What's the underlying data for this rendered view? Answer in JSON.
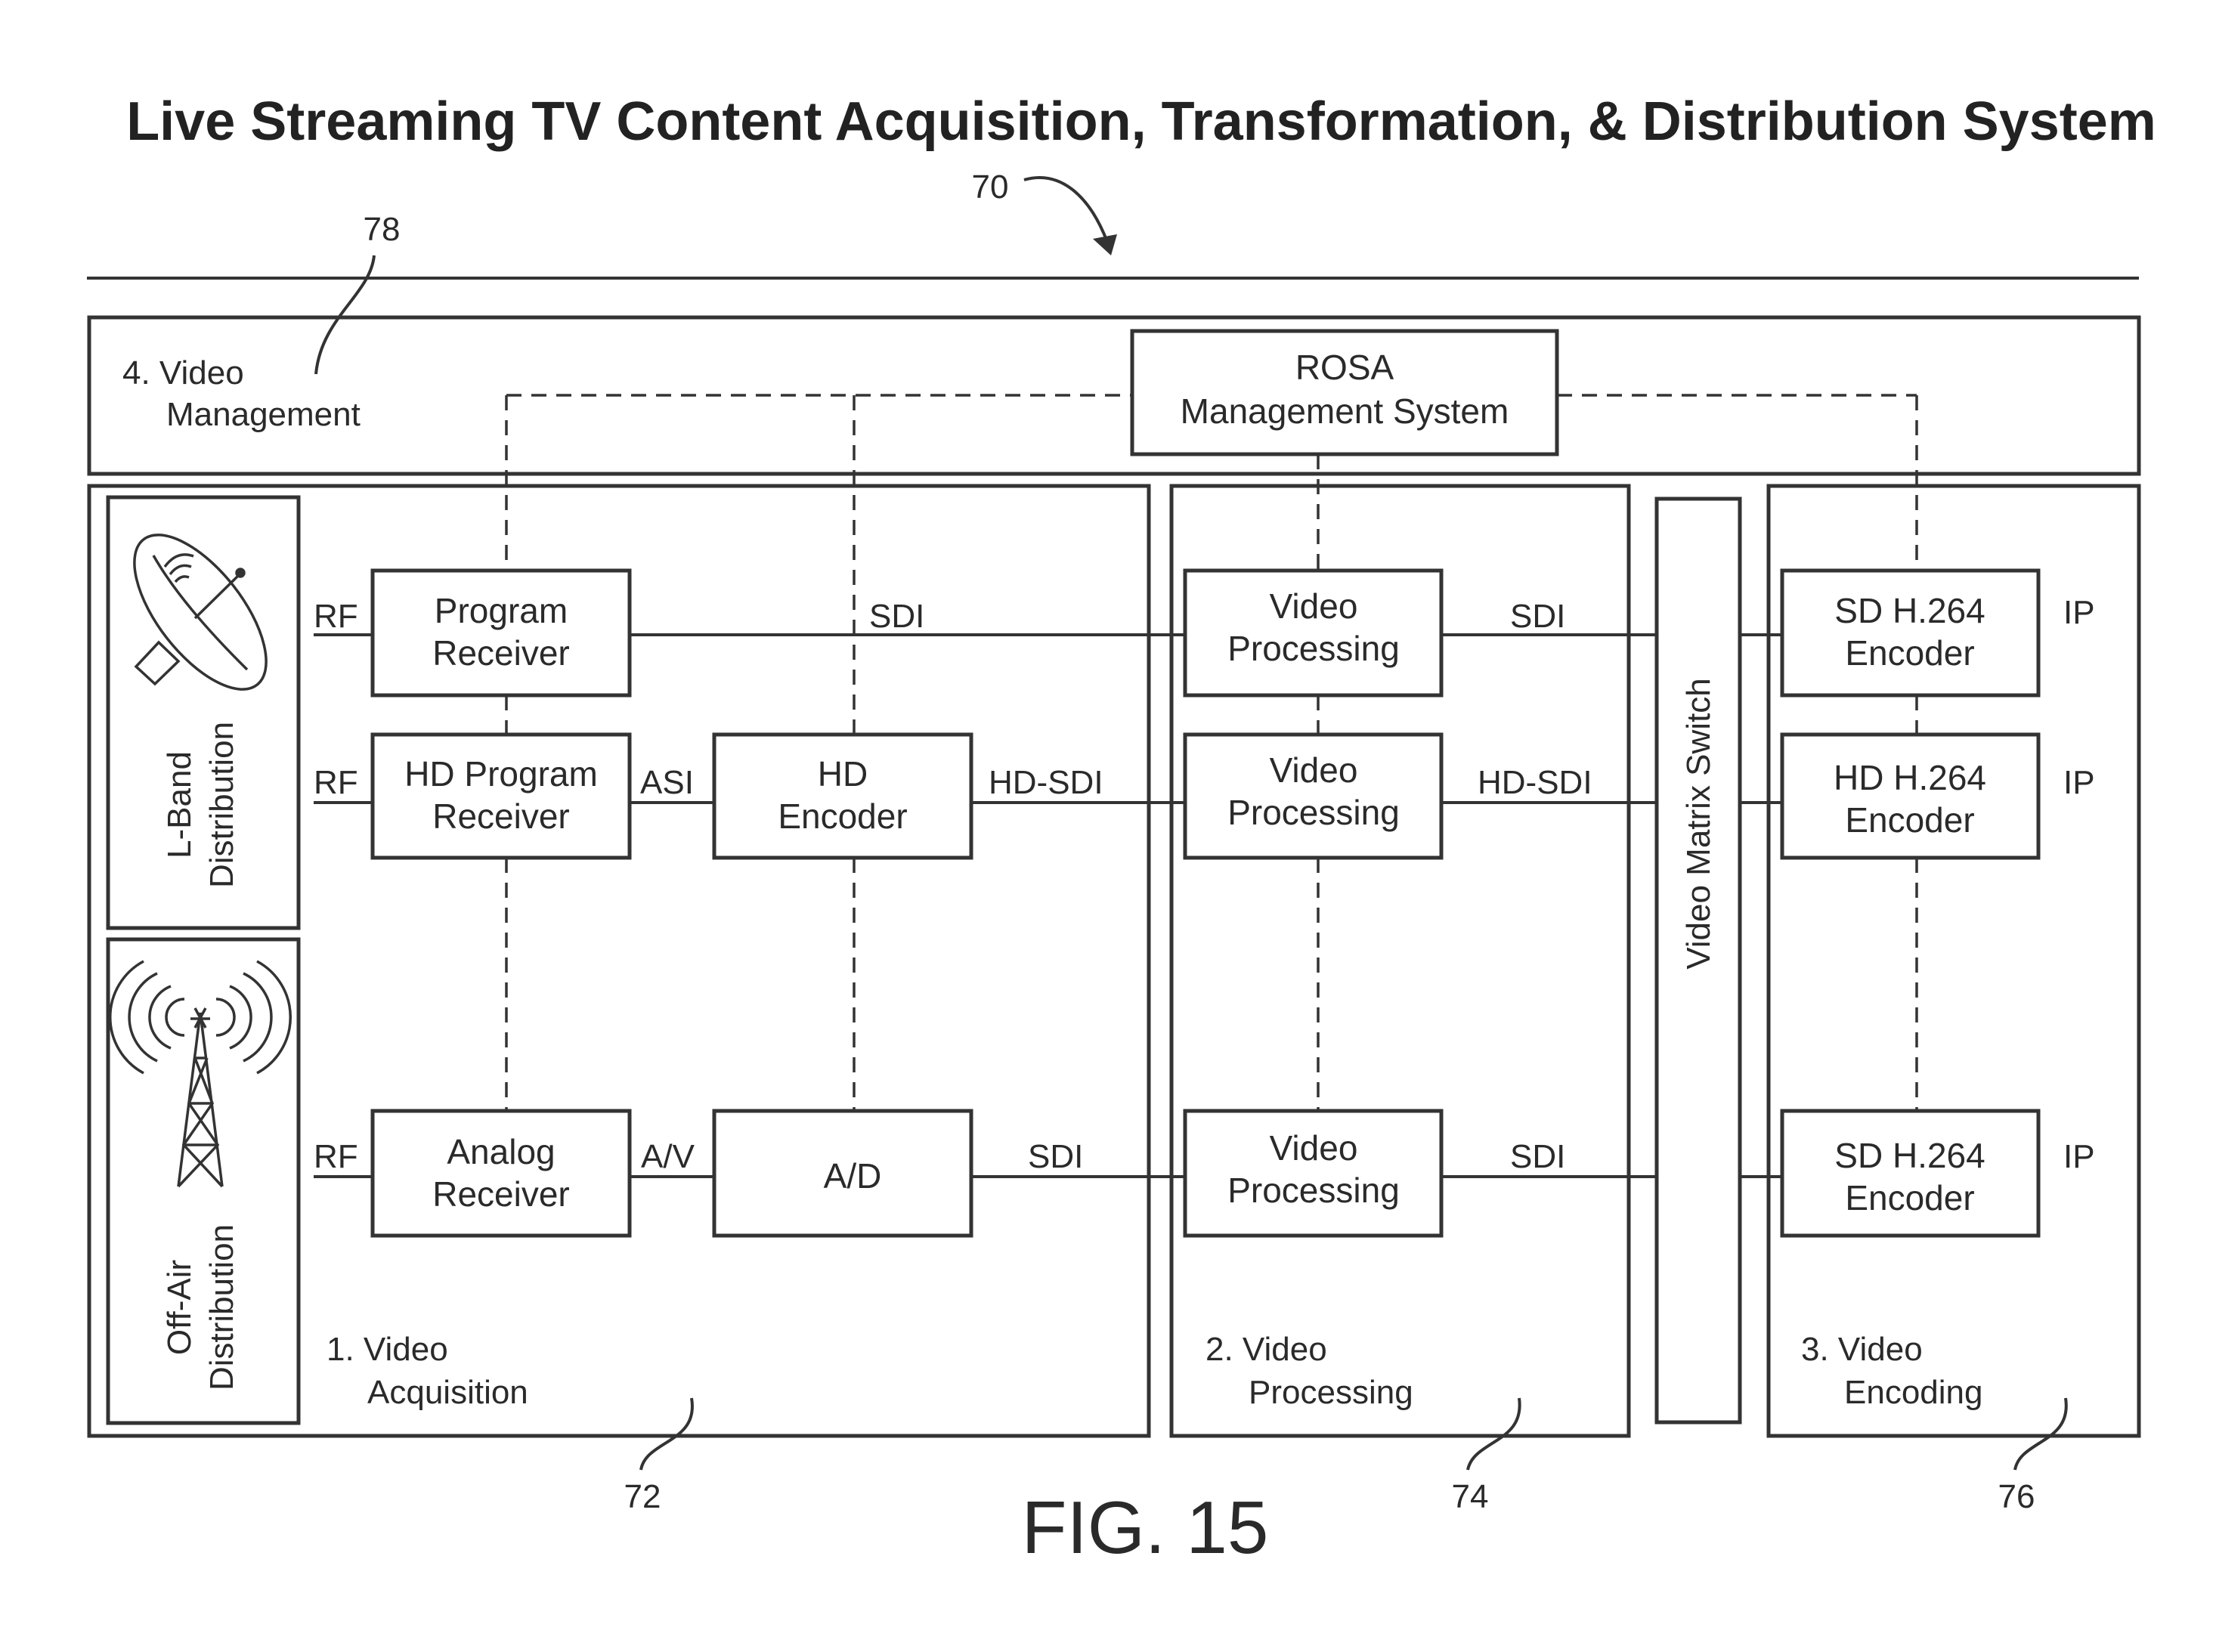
{
  "title": "Live Streaming TV Content Acquisition, Transformation, & Distribution System",
  "figure_label": "FIG. 15",
  "refs": {
    "system": "70",
    "management": "78",
    "acquisition": "72",
    "processing": "74",
    "encoding": "76"
  },
  "sections": {
    "management": [
      "4. Video",
      "Management"
    ],
    "acquisition": [
      "1. Video",
      "Acquisition"
    ],
    "processing": [
      "2. Video",
      "Processing"
    ],
    "encoding": [
      "3. Video",
      "Encoding"
    ]
  },
  "distribution": {
    "lband": [
      "L-Band",
      "Distribution"
    ],
    "offair": [
      "Off-Air",
      "Distribution"
    ]
  },
  "rosa": [
    "ROSA",
    "Management System"
  ],
  "matrix_switch": "Video Matrix Switch",
  "blocks": {
    "program_receiver": [
      "Program",
      "Receiver"
    ],
    "hd_program_receiver": [
      "HD Program",
      "Receiver"
    ],
    "hd_encoder": [
      "HD",
      "Encoder"
    ],
    "analog_receiver": [
      "Analog",
      "Receiver"
    ],
    "ad": "A/D",
    "video_processing_1": [
      "Video",
      "Processing"
    ],
    "video_processing_2": [
      "Video",
      "Processing"
    ],
    "video_processing_3": [
      "Video",
      "Processing"
    ],
    "sd_encoder_1": [
      "SD H.264",
      "Encoder"
    ],
    "hd_encoder_264": [
      "HD H.264",
      "Encoder"
    ],
    "sd_encoder_2": [
      "SD H.264",
      "Encoder"
    ]
  },
  "signals": {
    "rf_1": "RF",
    "rf_2": "RF",
    "rf_3": "RF",
    "sdi_1": "SDI",
    "sdi_2": "SDI",
    "sdi_3": "SDI",
    "sdi_4": "SDI",
    "asi": "ASI",
    "hdsdi_1": "HD-SDI",
    "hdsdi_2": "HD-SDI",
    "av": "A/V",
    "ip_1": "IP",
    "ip_2": "IP",
    "ip_3": "IP"
  },
  "icons": [
    "satellite-dish-icon",
    "broadcast-tower-icon"
  ]
}
